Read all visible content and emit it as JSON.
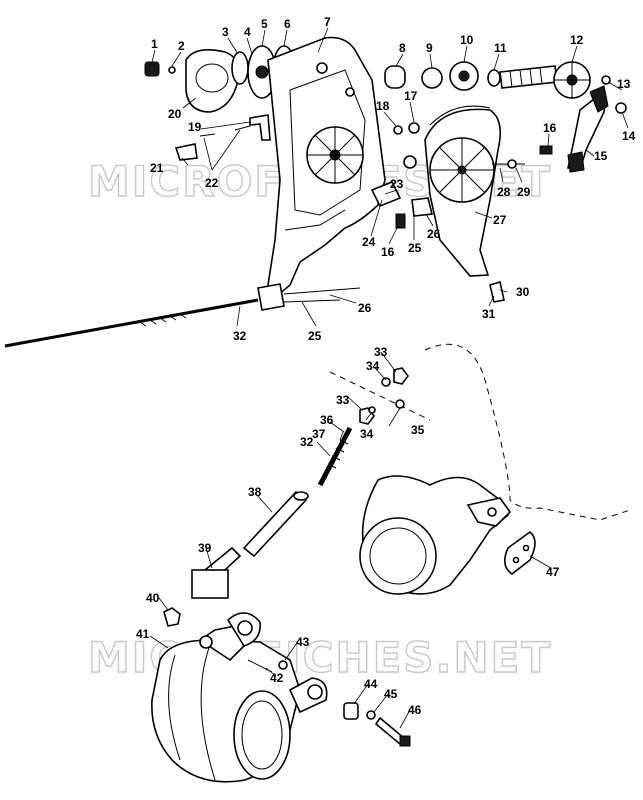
{
  "watermarks": [
    "MICROFICHES.NET",
    "MICROFICHES.NET"
  ],
  "callouts": [
    "1",
    "2",
    "3",
    "4",
    "5",
    "6",
    "7",
    "8",
    "9",
    "10",
    "11",
    "12",
    "13",
    "14",
    "15",
    "16",
    "17",
    "18",
    "19",
    "20",
    "21",
    "22",
    "23",
    "24",
    "16",
    "25",
    "26",
    "27",
    "28",
    "29",
    "30",
    "31",
    "32",
    "25",
    "26",
    "33",
    "34",
    "33",
    "36",
    "37",
    "34",
    "35",
    "32",
    "38",
    "39",
    "40",
    "41",
    "42",
    "43",
    "44",
    "45",
    "46",
    "47"
  ]
}
